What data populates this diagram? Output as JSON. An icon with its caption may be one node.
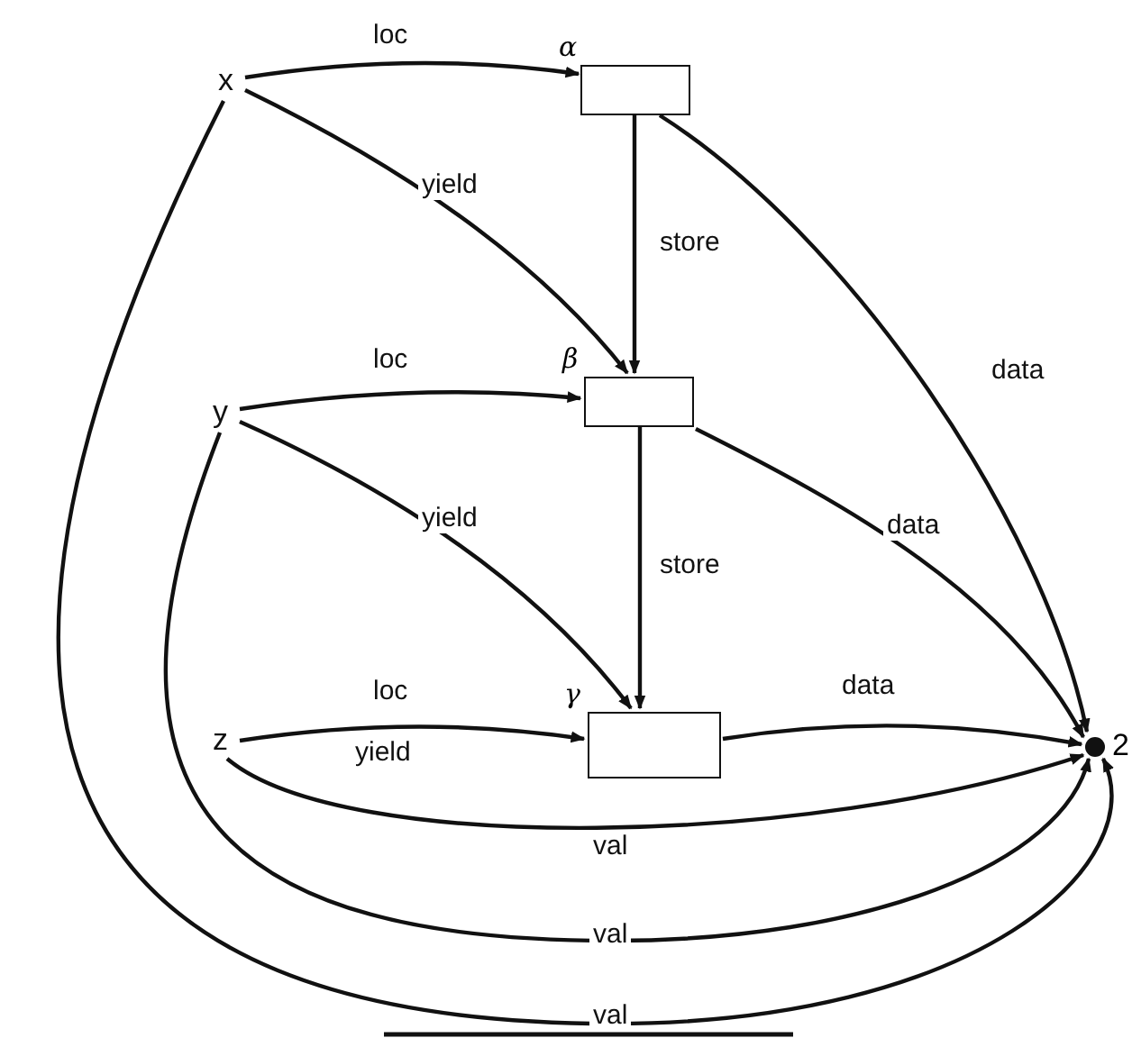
{
  "diagram": {
    "nodes": [
      {
        "text": [
          "x"
        ]
      },
      {
        "text": [
          "α"
        ]
      },
      {
        "text": [
          "y"
        ]
      },
      {
        "text": [
          "β"
        ]
      },
      {
        "text": [
          "z"
        ]
      },
      {
        "text": [
          "γ"
        ]
      },
      {
        "text": [],
        "shape": "circle",
        "beside": [
          "2"
        ]
      }
    ],
    "edges": [
      {
        "from": 0,
        "to": 1,
        "arrow": "to",
        "label": "loc"
      },
      {
        "from": 0,
        "to": 3,
        "arrow": "to",
        "label": "yield"
      },
      {
        "from": 1,
        "to": 3,
        "arrow": "to",
        "label": "store"
      },
      {
        "from": 1,
        "to": 6,
        "arrow": "to",
        "label": "data"
      },
      {
        "from": 2,
        "to": 3,
        "arrow": "to",
        "label": "loc"
      },
      {
        "from": 2,
        "to": 5,
        "arrow": "to",
        "label": "yield"
      },
      {
        "from": 3,
        "to": 5,
        "arrow": "to",
        "label": "store"
      },
      {
        "from": 3,
        "to": 6,
        "arrow": "to",
        "label": "data"
      },
      {
        "from": 4,
        "to": 5,
        "arrow": "to",
        "label": "loc"
      },
      {
        "from": 5,
        "to": 6,
        "arrow": "to",
        "label": "data"
      },
      {
        "from": 4,
        "to": 6,
        "arrow": "to",
        "label": "val"
      },
      {
        "from": 2,
        "to": 6,
        "arrow": "to",
        "label": "val"
      },
      {
        "from": 0,
        "to": 6,
        "arrow": "to",
        "label": "val"
      }
    ],
    "labels": [
      "yield"
    ]
  }
}
